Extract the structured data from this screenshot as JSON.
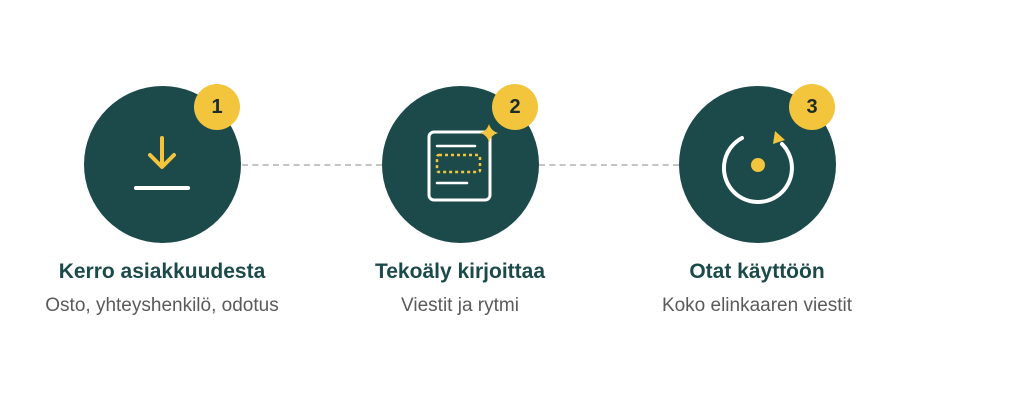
{
  "colors": {
    "circle": "#1c4a4a",
    "accent": "#f2c53d",
    "title": "#1c4a4a",
    "subtitle": "#5a5a5a",
    "connector": "#c4c4c4"
  },
  "steps": [
    {
      "number": "1",
      "icon": "download-icon",
      "title": "Kerro asiakkuudesta",
      "subtitle": "Osto, yhteyshenkilö, odotus"
    },
    {
      "number": "2",
      "icon": "document-sparkle-icon",
      "title": "Tekoäly kirjoittaa",
      "subtitle": "Viestit ja rytmi"
    },
    {
      "number": "3",
      "icon": "cycle-icon",
      "title": "Otat käyttöön",
      "subtitle": "Koko elinkaaren viestit"
    }
  ]
}
